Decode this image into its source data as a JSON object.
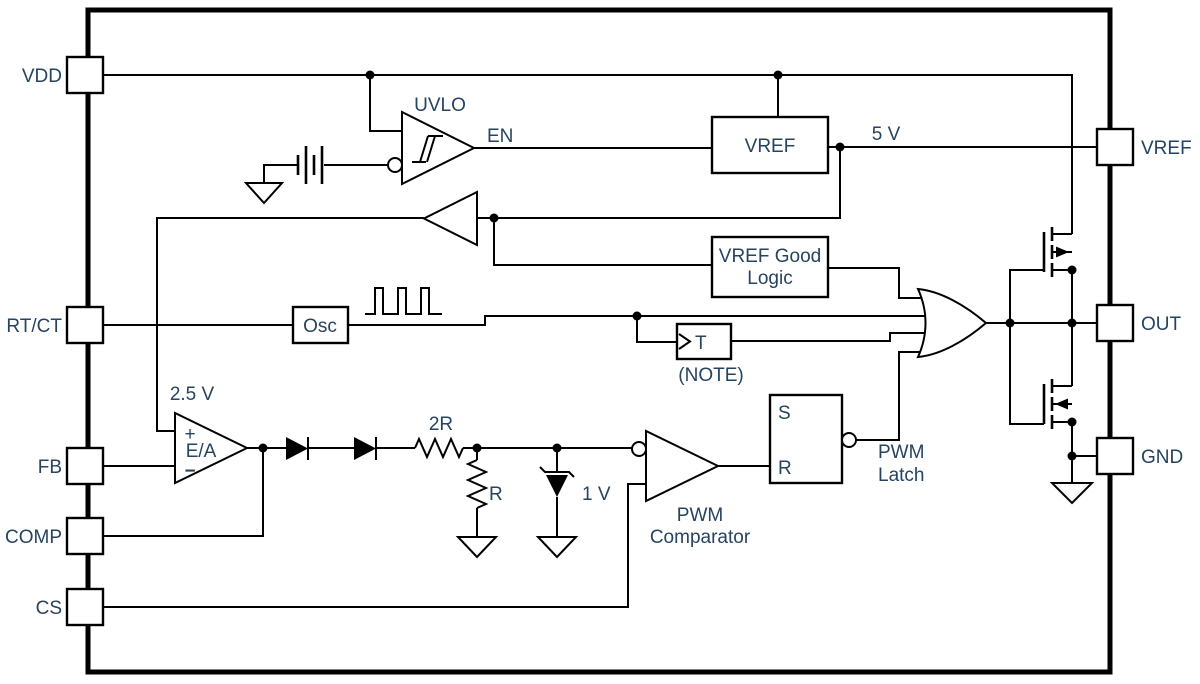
{
  "colors": {
    "line": "#000000",
    "text": "#26435f",
    "background": "#ffffff"
  },
  "pins": {
    "left": [
      {
        "id": "vdd",
        "label": "VDD"
      },
      {
        "id": "rtct",
        "label": "RT/CT"
      },
      {
        "id": "fb",
        "label": "FB"
      },
      {
        "id": "comp",
        "label": "COMP"
      },
      {
        "id": "cs",
        "label": "CS"
      }
    ],
    "right": [
      {
        "id": "vref",
        "label": "VREF"
      },
      {
        "id": "out",
        "label": "OUT"
      },
      {
        "id": "gnd",
        "label": "GND"
      }
    ]
  },
  "blocks": {
    "uvlo": "UVLO",
    "vref": "VREF",
    "vref_good_line1": "VREF Good",
    "vref_good_line2": "Logic",
    "osc": "Osc",
    "t": "T",
    "note": "(NOTE)",
    "latch_s": "S",
    "latch_r": "R"
  },
  "labels": {
    "en": "EN",
    "five_v": "5 V",
    "v25": "2.5 V",
    "ea": "E/A",
    "plus": "+",
    "minus": "−",
    "r2": "2R",
    "r": "R",
    "v1": "1 V",
    "pwm_comp_1": "PWM",
    "pwm_comp_2": "Comparator",
    "pwm_latch_1": "PWM",
    "pwm_latch_2": "Latch"
  }
}
